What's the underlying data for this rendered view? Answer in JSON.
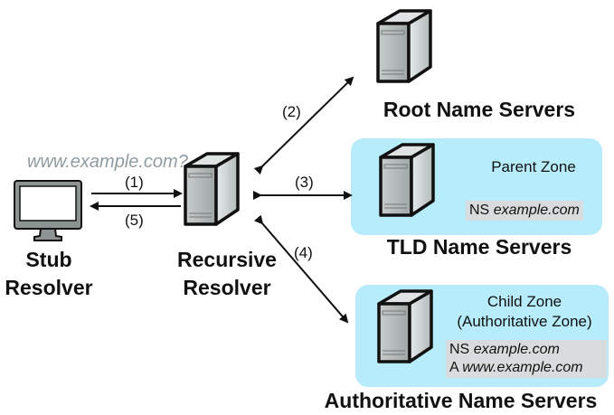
{
  "query": "www.example.com?",
  "nodes": {
    "stub": {
      "line1": "Stub",
      "line2": "Resolver"
    },
    "recursive": {
      "line1": "Recursive",
      "line2": "Resolver"
    },
    "root": {
      "label": "Root Name Servers"
    },
    "tld": {
      "label": "TLD Name Servers",
      "zone_title": "Parent Zone",
      "records": [
        {
          "type": "NS",
          "name": "example.com"
        }
      ]
    },
    "auth": {
      "label": "Authoritative Name Servers",
      "zone_title_1": "Child Zone",
      "zone_title_2": "(Authoritative Zone)",
      "records": [
        {
          "type": "NS",
          "name": "example.com"
        },
        {
          "type": "A",
          "name": "www.example.com"
        }
      ]
    }
  },
  "steps": {
    "s1": "(1)",
    "s2": "(2)",
    "s3": "(3)",
    "s4": "(4)",
    "s5": "(5)"
  },
  "colors": {
    "zone_fill": "#b6ecfb",
    "record_fill": "#d9dcdc",
    "query_text": "#8f9ba1"
  }
}
